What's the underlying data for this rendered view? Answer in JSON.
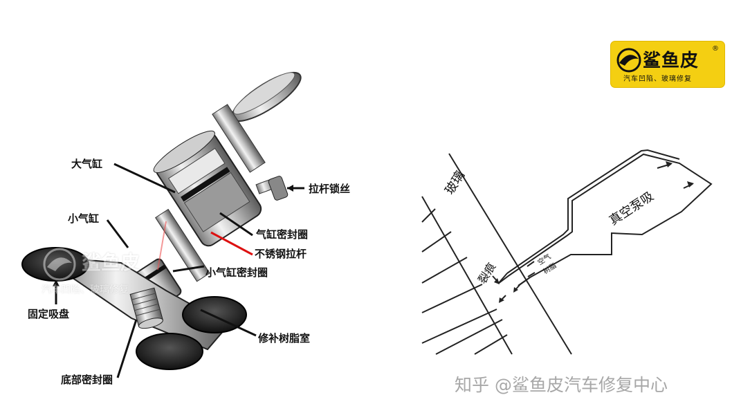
{
  "left_diagram": {
    "labels": {
      "large_cylinder": "大气缸",
      "rod_lock_screw": "拉杆锁丝",
      "small_cylinder": "小气缸",
      "cylinder_seal": "气缸密封圈",
      "stainless_rod": "不锈钢拉杆",
      "small_cylinder_seal": "小气缸密封圈",
      "fixed_suction_cup": "固定吸盘",
      "resin_chamber": "修补树脂室",
      "bottom_seal": "底部密封圈"
    }
  },
  "right_diagram": {
    "labels": {
      "glass": "玻璃",
      "crack": "裂痕",
      "vacuum": "真空泵吸",
      "air": "空气",
      "resin": "树脂"
    }
  },
  "logo": {
    "title": "鲨鱼皮",
    "subtitle": "汽车凹陷、玻璃修复",
    "reg": "®"
  },
  "watermark": {
    "title": "鲨鱼皮",
    "subtitle": "汽车凹陷、玻璃修复"
  },
  "credit": "知乎 @鲨鱼皮汽车修复中心",
  "colors": {
    "logo_bg": "#f4cf12",
    "leader_red": "#d11",
    "credit_gray": "#a7a7a7"
  }
}
